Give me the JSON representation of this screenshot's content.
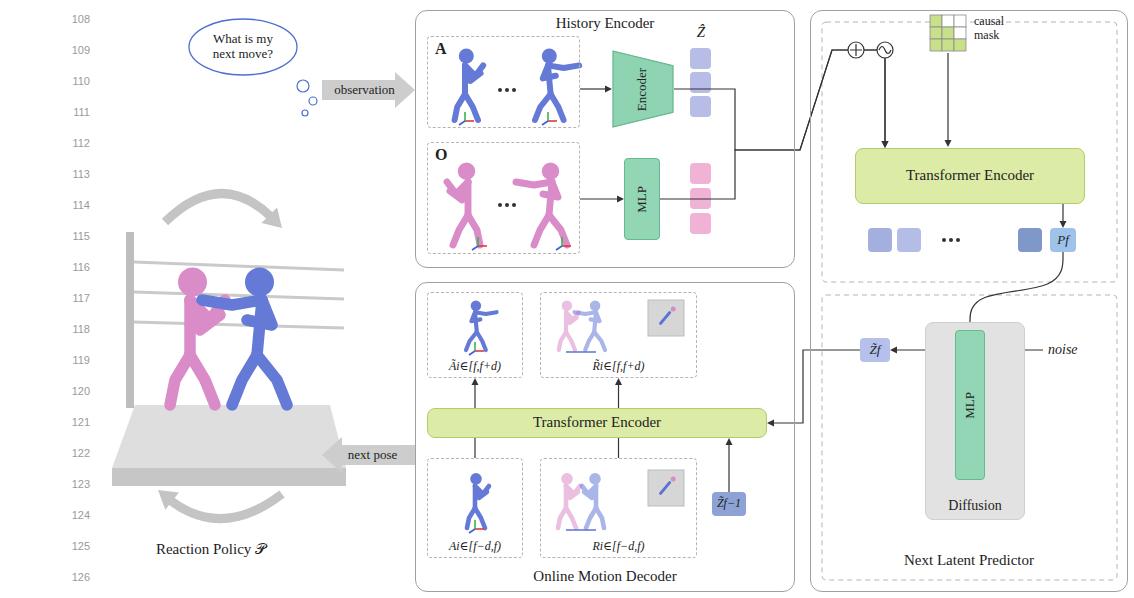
{
  "diagram": {
    "nodes": [
      {
        "text": [
          "Reaction Policy 𝒫"
        ]
      },
      {
        "text": [
          "What is my next move?"
        ],
        "in": 0
      },
      {
        "text": [
          "History Encoder"
        ]
      },
      {
        "text": [
          "A"
        ],
        "in": 2
      },
      {
        "text": [
          "Encoder"
        ],
        "in": 2
      },
      {
        "text": [
          "O"
        ],
        "in": 2
      },
      {
        "text": [
          "MLP"
        ],
        "in": 2
      },
      {
        "text": [
          "Online Motion Decoder"
        ]
      },
      {
        "text": [
          "Ãi∈[f,f+d)"
        ],
        "in": 7
      },
      {
        "text": [
          "R̃i∈[f,f+d)"
        ],
        "in": 7
      },
      {
        "text": [
          "Transformer Encoder"
        ],
        "in": 7
      },
      {
        "text": [
          "Ai∈[f−d,f)"
        ],
        "in": 7
      },
      {
        "text": [
          "Ri∈[f−d,f)"
        ],
        "in": 7
      },
      {
        "text": [
          "Z̃f−1"
        ],
        "in": 7
      },
      {
        "text": [
          "Next Latent Predictor"
        ]
      },
      {
        "text": [
          "Transformer Encoder"
        ],
        "in": 14
      },
      {
        "text": [
          "Pf"
        ],
        "in": 14
      },
      {
        "text": [
          "Diffusion"
        ],
        "in": 14
      },
      {
        "text": [
          "MLP"
        ],
        "in": 17
      },
      {
        "text": [
          "Z̃f"
        ],
        "in": 14
      }
    ],
    "edges": [
      {
        "from": 0,
        "to": 2,
        "label": "observation",
        "arrow": "to"
      },
      {
        "from": 7,
        "to": 0,
        "label": "next pose",
        "arrow": "to"
      },
      {
        "from": 3,
        "to": 4,
        "arrow": "to"
      },
      {
        "from": 5,
        "to": 6,
        "arrow": "to"
      },
      {
        "from": 4,
        "to": 15,
        "arrow": "to"
      },
      {
        "from": 6,
        "to": 15,
        "arrow": "to"
      },
      {
        "from": 15,
        "to": 16,
        "arrow": "to"
      },
      {
        "from": 16,
        "to": 18,
        "arrow": "to"
      },
      {
        "from": 18,
        "to": 19,
        "arrow": "to"
      },
      {
        "from": 19,
        "to": 10,
        "arrow": "to"
      },
      {
        "from": 13,
        "to": 10,
        "arrow": "to"
      },
      {
        "from": 11,
        "to": 10,
        "arrow": "none"
      },
      {
        "from": 12,
        "to": 10,
        "arrow": "none"
      },
      {
        "from": 10,
        "to": 8,
        "arrow": "to"
      },
      {
        "from": 10,
        "to": 9,
        "arrow": "to"
      }
    ],
    "labels": [
      "108",
      "109",
      "110",
      "111",
      "112",
      "113",
      "114",
      "115",
      "116",
      "117",
      "118",
      "119",
      "120",
      "121",
      "122",
      "123",
      "124",
      "125",
      "126",
      "Ẑ",
      "causal mask",
      "noise"
    ]
  }
}
